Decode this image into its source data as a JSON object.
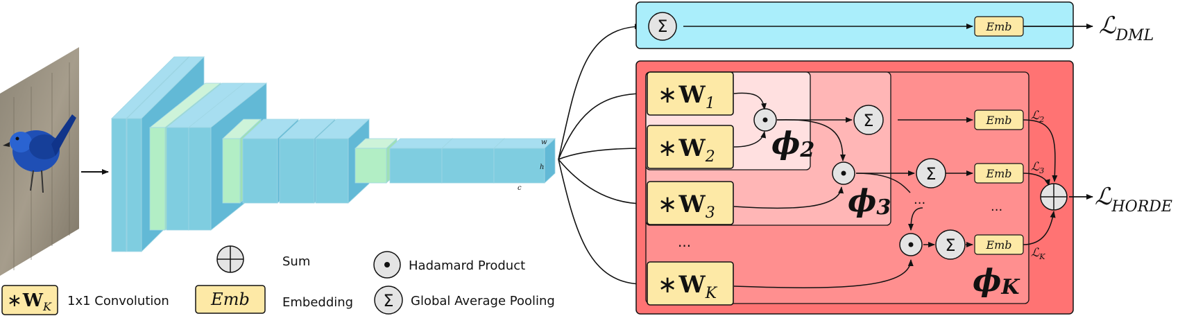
{
  "diagram": {
    "dml_branch": {
      "sum_symbol": "Σ",
      "emb_label": "Emb",
      "loss_main": "ℒ",
      "loss_sub": "DML"
    },
    "horde_branch": {
      "weights": [
        {
          "star": "∗",
          "w": "W",
          "sub": "1"
        },
        {
          "star": "∗",
          "w": "W",
          "sub": "2"
        },
        {
          "star": "∗",
          "w": "W",
          "sub": "3"
        },
        {
          "star": "∗",
          "w": "W",
          "sub": "K"
        }
      ],
      "phis": [
        {
          "phi": "ϕ",
          "sub": "2"
        },
        {
          "phi": "ϕ",
          "sub": "3"
        },
        {
          "phi": "ϕ",
          "sub": "K"
        }
      ],
      "ellipsis": "...",
      "odot_symbol": "⊙",
      "sum_symbol": "Σ",
      "emb_label": "Emb",
      "branch_losses": [
        {
          "main": "ℒ",
          "sub": "2"
        },
        {
          "main": "ℒ",
          "sub": "3"
        },
        {
          "main": "ℒ",
          "sub": "K"
        }
      ],
      "loss_main": "ℒ",
      "loss_sub": "HORDE"
    },
    "feature_map_labels": {
      "w": "w",
      "h": "h",
      "c": "c"
    },
    "legend": {
      "sum_label": "Sum",
      "hadamard_label": "Hadamard Product",
      "conv_symbol_star": "∗",
      "conv_symbol_w": "W",
      "conv_symbol_sub": "K",
      "conv_label": "1x1 Convolution",
      "emb_symbol": "Emb",
      "emb_label": "Embedding",
      "gap_label": "Global Average Pooling"
    },
    "colors": {
      "dml_bg": "#aaeefb",
      "horde_bg": "#ff7373",
      "horde_inner": "#ff8f8f",
      "phi3_bg": "#ffb6b6",
      "phi2_bg": "#ffe0e0",
      "weight_box": "#fde9a6",
      "emb_box": "#fde9a6",
      "circle_fill": "#e4e4e4",
      "cnn_blue": "#7fcde0",
      "cnn_green": "#b2eec5"
    }
  }
}
